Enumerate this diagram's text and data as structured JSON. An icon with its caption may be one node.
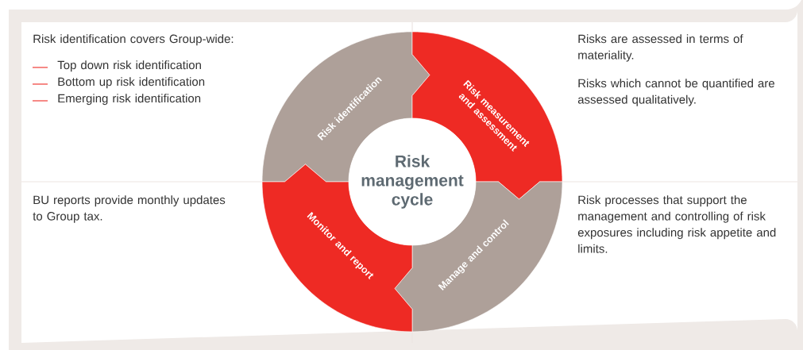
{
  "diagram": {
    "nodes": [
      {
        "text": [
          "Risk identification"
        ]
      },
      {
        "text": [
          "Risk measurement and assessment"
        ]
      },
      {
        "text": [
          "Manage and control"
        ]
      },
      {
        "text": [
          "Monitor and report"
        ]
      },
      {
        "text": [
          "Risk management cycle"
        ]
      }
    ],
    "labels": [
      "Risk identification covers Group-wide:",
      "Top down risk identification",
      "Bottom up risk identification",
      "Emerging risk identification",
      "Risks are assessed in terms of materiality.",
      "Risks which cannot be quantified are assessed qualitatively.",
      "BU reports provide monthly updates to Group tax.",
      "Risk processes that support the management and controlling of risk exposures including risk appetite and limits."
    ]
  }
}
